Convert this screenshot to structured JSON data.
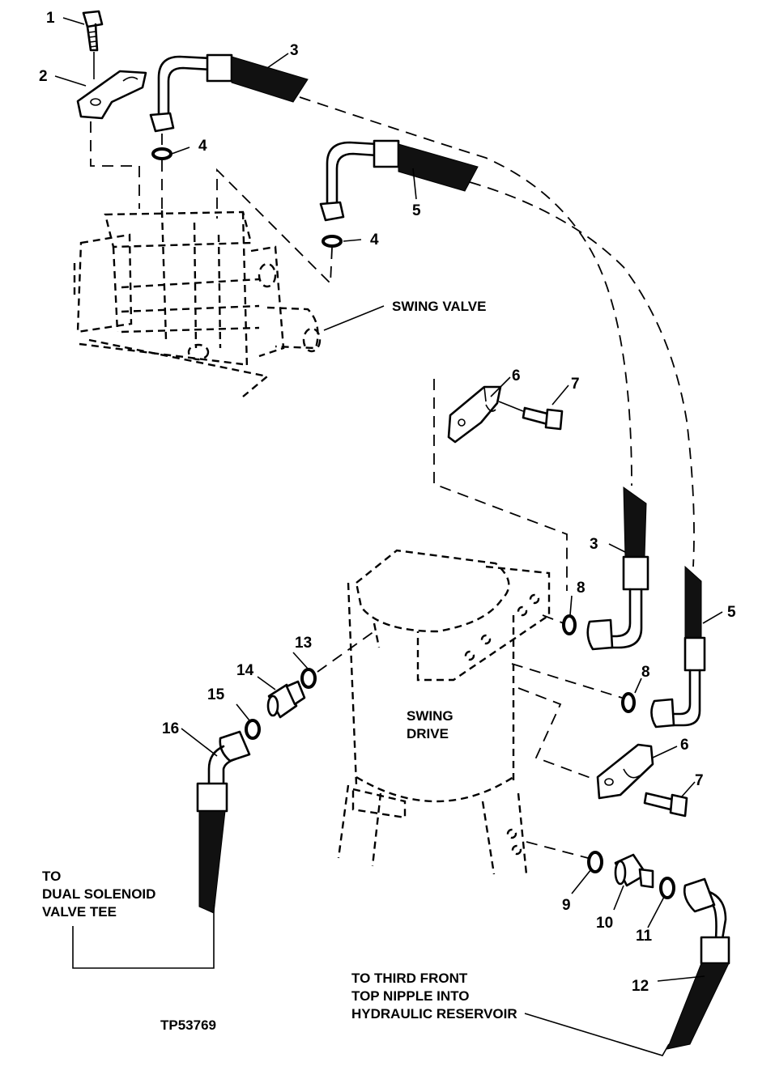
{
  "labels": {
    "swing_valve": "SWING VALVE",
    "swing_drive_1": "SWING",
    "swing_drive_2": "DRIVE",
    "to_dual_1": "TO",
    "to_dual_2": "DUAL SOLENOID",
    "to_dual_3": "VALVE TEE",
    "to_third_1": "TO THIRD FRONT",
    "to_third_2": "TOP NIPPLE INTO",
    "to_third_3": "HYDRAULIC RESERVOIR",
    "figure_id": "TP53769"
  },
  "callouts": {
    "c1": "1",
    "c2": "2",
    "c3a": "3",
    "c3b": "3",
    "c4a": "4",
    "c4b": "4",
    "c5a": "5",
    "c5b": "5",
    "c6a": "6",
    "c6b": "6",
    "c7a": "7",
    "c7b": "7",
    "c8a": "8",
    "c8b": "8",
    "c9": "9",
    "c10": "10",
    "c11": "11",
    "c12": "12",
    "c13": "13",
    "c14": "14",
    "c15": "15",
    "c16": "16"
  }
}
